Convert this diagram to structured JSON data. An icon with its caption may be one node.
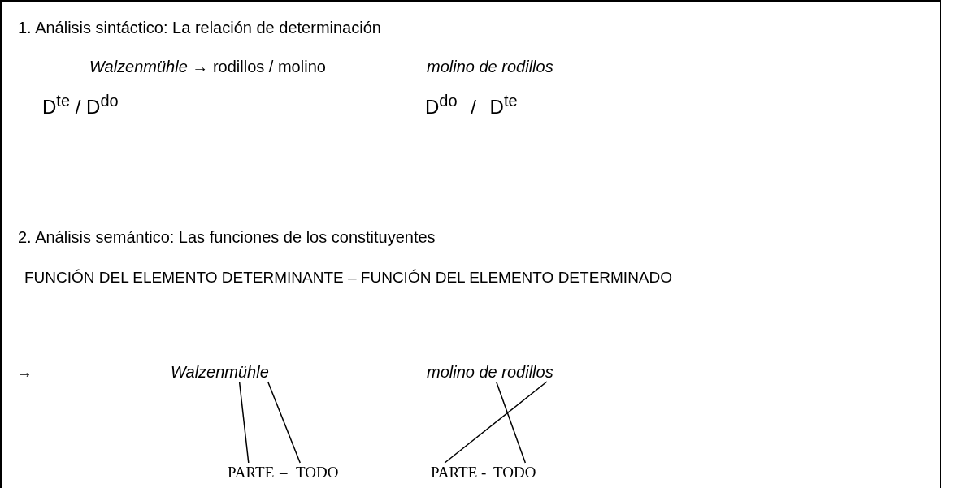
{
  "diagram": {
    "nodes": [
      {
        "text": [
          "Walzenmühle"
        ]
      },
      {
        "text": [
          "molino de rodillos"
        ]
      },
      {
        "text": [
          "PARTE"
        ]
      },
      {
        "text": [
          "TODO"
        ]
      },
      {
        "text": [
          "PARTE"
        ]
      },
      {
        "text": [
          "TODO"
        ]
      }
    ],
    "edges": [
      {
        "from": 0,
        "to": 2,
        "arrow": "none"
      },
      {
        "from": 0,
        "to": 3,
        "arrow": "none"
      },
      {
        "from": 1,
        "to": 5,
        "arrow": "none"
      },
      {
        "from": 1,
        "to": 4,
        "arrow": "none"
      }
    ],
    "labels": [
      "1. Análisis sintáctico: La relación de determinación",
      "*Walzenmühle* → rodillos / molino",
      "molino de rodillos",
      "D$^{te}$ / D$^{do}$",
      "D$^{do}$ / D$^{te}$",
      "2. Análisis semántico: Las funciones de los constituyentes",
      "FUNCIÓN DEL ELEMENTO DETERMINANTE – FUNCIÓN DEL ELEMENTO DETERMINADO",
      "→",
      "–",
      "-"
    ]
  }
}
